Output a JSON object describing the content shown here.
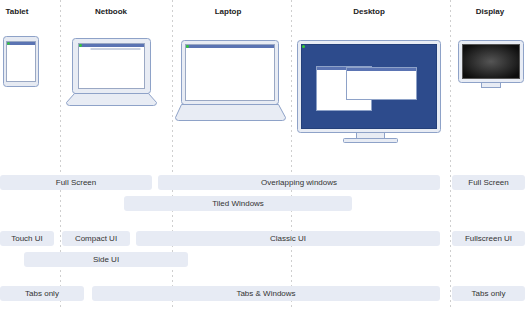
{
  "diagram": {
    "nodes": [
      {
        "text": [
          "Full Screen"
        ]
      },
      {
        "text": [
          "Overlapping windows"
        ]
      },
      {
        "text": [
          "Full Screen"
        ]
      },
      {
        "text": [
          "Tiled Windows"
        ]
      },
      {
        "text": [
          "Touch UI"
        ]
      },
      {
        "text": [
          "Compact UI"
        ]
      },
      {
        "text": [
          "Classic UI"
        ]
      },
      {
        "text": [
          "Fullscreen UI"
        ]
      },
      {
        "text": [
          "Side UI"
        ]
      },
      {
        "text": [
          "Tabs only"
        ]
      },
      {
        "text": [
          "Tabs & Windows"
        ]
      },
      {
        "text": [
          "Tabs only"
        ]
      }
    ],
    "labels": [
      "Tablet",
      "Netbook",
      "Laptop",
      "Desktop",
      "Display"
    ]
  }
}
